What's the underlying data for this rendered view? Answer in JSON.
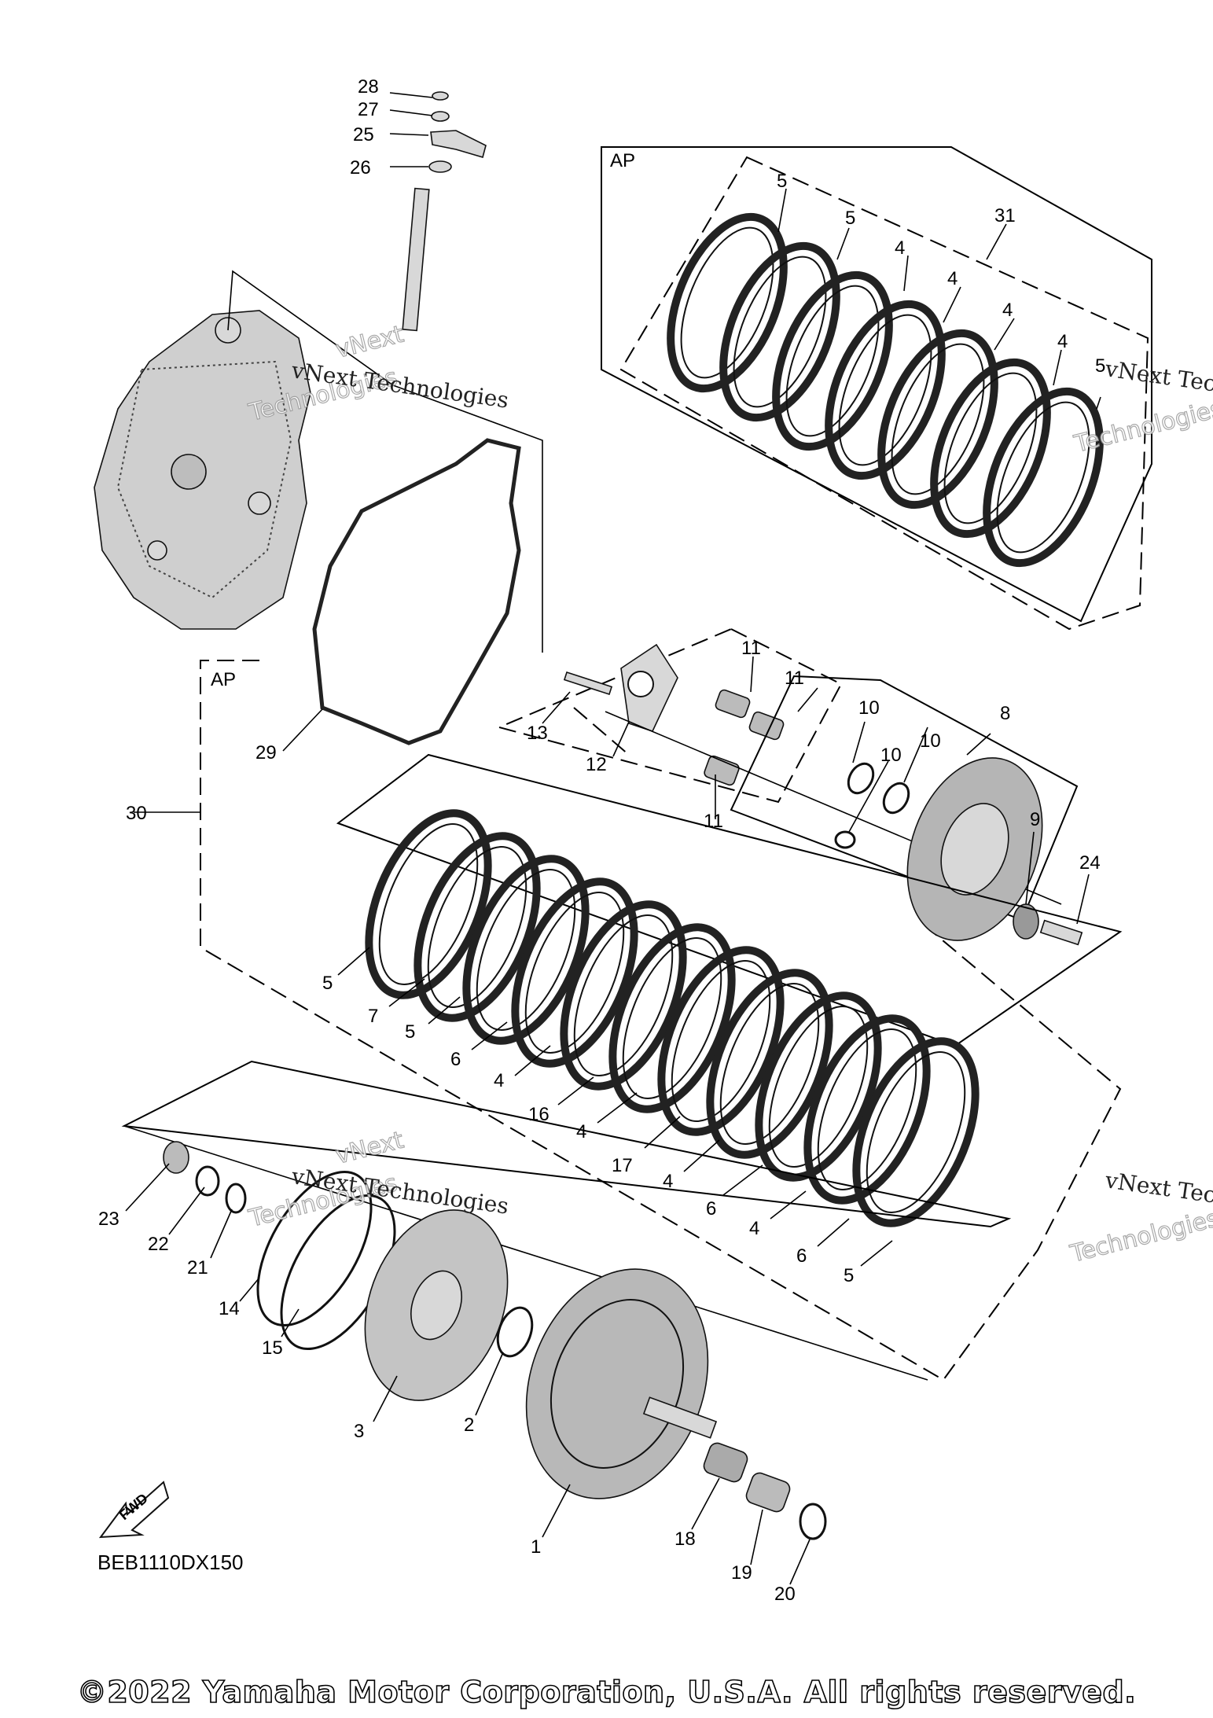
{
  "diagram": {
    "code": "BEB1110DX150",
    "fwd_label": "FWD",
    "ap_label_top": "AP",
    "ap_label_left": "AP",
    "watermark_main": "vNext Technologies",
    "watermark_stylized_1": "vNext",
    "watermark_stylized_2": "Technologies",
    "copyright": "©2022 Yamaha Motor Corporation, U.S.A. All rights reserved.",
    "callouts": {
      "c28": "28",
      "c27": "27",
      "c25": "25",
      "c26": "26",
      "c5a": "5",
      "c5b": "5",
      "c31": "31",
      "c4a": "4",
      "c4b": "4",
      "c4c": "4",
      "c4d": "4",
      "c5c": "5",
      "c29": "29",
      "c30": "30",
      "c11a": "11",
      "c11b": "11",
      "c11c": "11",
      "c13": "13",
      "c12": "12",
      "c10a": "10",
      "c10b": "10",
      "c10c": "10",
      "c8": "8",
      "c9": "9",
      "c24": "24",
      "c5d": "5",
      "c7": "7",
      "c5e": "5",
      "c6a": "6",
      "c4e": "4",
      "c16": "16",
      "c4f": "4",
      "c17": "17",
      "c4g": "4",
      "c6b": "6",
      "c4h": "4",
      "c6c": "6",
      "c5f": "5",
      "c23": "23",
      "c22": "22",
      "c21": "21",
      "c14": "14",
      "c15": "15",
      "c3": "3",
      "c2": "2",
      "c1": "1",
      "c18": "18",
      "c19": "19",
      "c20": "20"
    }
  }
}
